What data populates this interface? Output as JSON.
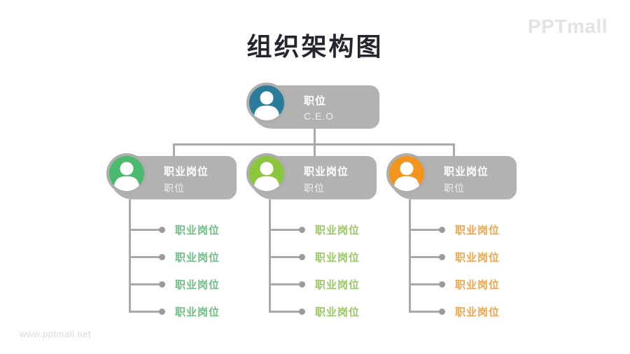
{
  "page": {
    "title": "组织架构图",
    "brand_logo": "PPTmall",
    "watermark": "www.pptmall.net"
  },
  "colors": {
    "node_background": "#b2b2b2",
    "connector_line": "#a9a9a9",
    "list_dot": "#9b9b9b",
    "title_text": "#25252f",
    "root_avatar": "#2b7c9b",
    "branch_avatars": [
      "#4cba6e",
      "#8cc63f",
      "#f2951f"
    ],
    "branch_item_text": [
      "#6fbe85",
      "#9cc765",
      "#eca74e"
    ]
  },
  "org": {
    "root": {
      "title": "职位",
      "subtitle": "C.E.O",
      "avatar_icon": "person-icon"
    },
    "branches": [
      {
        "title": "职业岗位",
        "subtitle": "职位",
        "avatar_icon": "person-icon",
        "items": [
          "职业岗位",
          "职业岗位",
          "职业岗位",
          "职业岗位"
        ]
      },
      {
        "title": "职业岗位",
        "subtitle": "职位",
        "avatar_icon": "person-icon",
        "items": [
          "职业岗位",
          "职业岗位",
          "职业岗位",
          "职业岗位"
        ]
      },
      {
        "title": "职业岗位",
        "subtitle": "职位",
        "avatar_icon": "person-icon",
        "items": [
          "职业岗位",
          "职业岗位",
          "职业岗位",
          "职业岗位"
        ]
      }
    ]
  }
}
